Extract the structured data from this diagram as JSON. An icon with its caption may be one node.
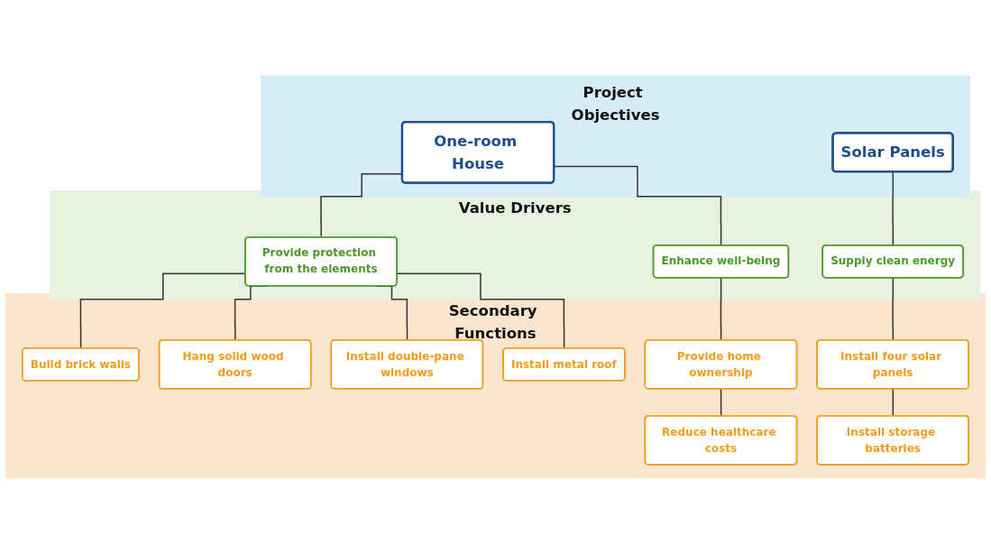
{
  "diagram": {
    "nodes": [
      {
        "text": [
          "Project Objectives"
        ]
      },
      {
        "text": [
          "One-room House"
        ],
        "in": 0
      },
      {
        "text": [
          "Solar Panels"
        ],
        "in": 0
      },
      {
        "text": [
          "Value Drivers"
        ]
      },
      {
        "text": [
          "Provide protection from the elements"
        ],
        "in": 3
      },
      {
        "text": [
          "Enhance well-being"
        ],
        "in": 3
      },
      {
        "text": [
          "Supply clean energy"
        ],
        "in": 3
      },
      {
        "text": [
          "Secondary Functions"
        ]
      },
      {
        "text": [
          "Build brick walls"
        ],
        "in": 7
      },
      {
        "text": [
          "Hang solid wood doors"
        ],
        "in": 7
      },
      {
        "text": [
          "Provide home ownership"
        ],
        "in": 7
      },
      {
        "text": [
          "Install four solar panels"
        ],
        "in": 7
      },
      {
        "text": [
          "Install double-pane windows"
        ],
        "in": 7
      },
      {
        "text": [
          "Install metal roof"
        ],
        "in": 7
      },
      {
        "text": [
          "Reduce healthcare costs"
        ],
        "in": 7
      },
      {
        "text": [
          "Install storage batteries"
        ],
        "in": 7
      }
    ],
    "edges": [
      {
        "from": 1,
        "to": 4,
        "arrow": "none"
      },
      {
        "from": 1,
        "to": 5,
        "arrow": "none"
      },
      {
        "from": 2,
        "to": 6,
        "arrow": "none"
      },
      {
        "from": 4,
        "to": 8,
        "arrow": "none"
      },
      {
        "from": 4,
        "to": 9,
        "arrow": "none"
      },
      {
        "from": 4,
        "to": 12,
        "arrow": "none"
      },
      {
        "from": 4,
        "to": 13,
        "arrow": "none"
      },
      {
        "from": 5,
        "to": 10,
        "arrow": "none"
      },
      {
        "from": 10,
        "to": 14,
        "arrow": "none"
      },
      {
        "from": 6,
        "to": 11,
        "arrow": "none"
      },
      {
        "from": 11,
        "to": 15,
        "arrow": "none"
      }
    ]
  }
}
